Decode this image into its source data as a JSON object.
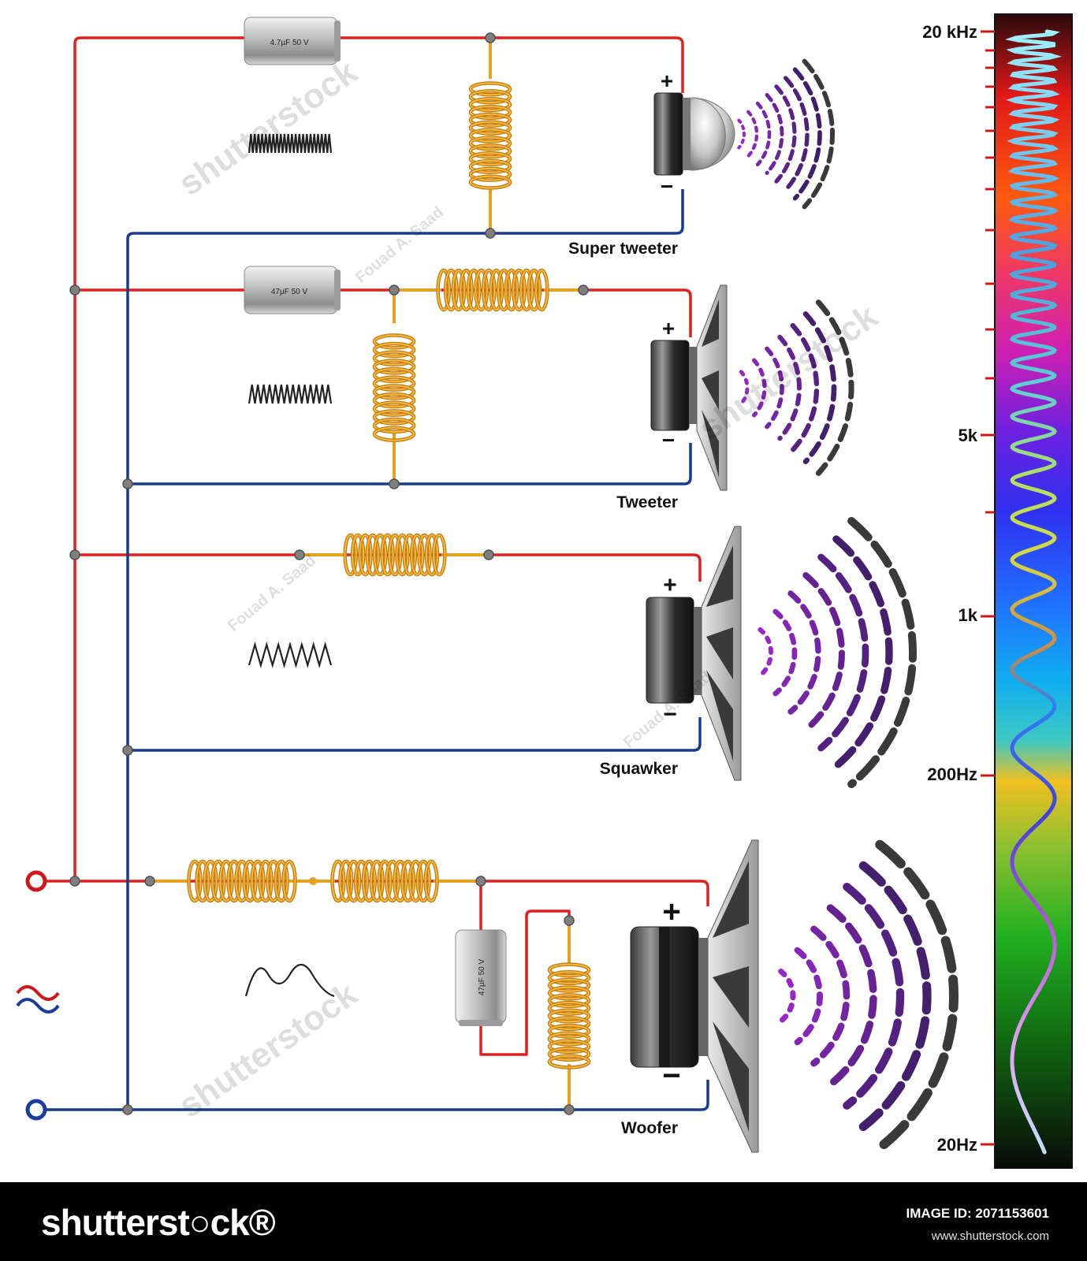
{
  "speakers": {
    "super_tweeter": "Super tweeter",
    "tweeter": "Tweeter",
    "squawker": "Squawker",
    "woofer": "Woofer"
  },
  "capacitors": {
    "c1": "4.7µF  50 V",
    "c2": "47µF  50 V",
    "c3": "47µF  50 V"
  },
  "polarity": {
    "plus": "+",
    "minus": "−"
  },
  "scale_labels": [
    "20 kHz",
    "5k",
    "1k",
    "200Hz",
    "20Hz"
  ],
  "watermark": {
    "author": "Fouad A. Saad",
    "brand": "shutterstock"
  },
  "footer": {
    "logo": "shutterst○ck®",
    "image_id": "IMAGE ID: 2071153601",
    "site": "www.shutterstock.com"
  },
  "colors": {
    "positive_wire": "#dd2020",
    "negative_wire": "#1a3c8c",
    "coil": "#e8a020",
    "wave_purple": "#8a2bc0",
    "wave_dark": "#3a3a3a"
  }
}
